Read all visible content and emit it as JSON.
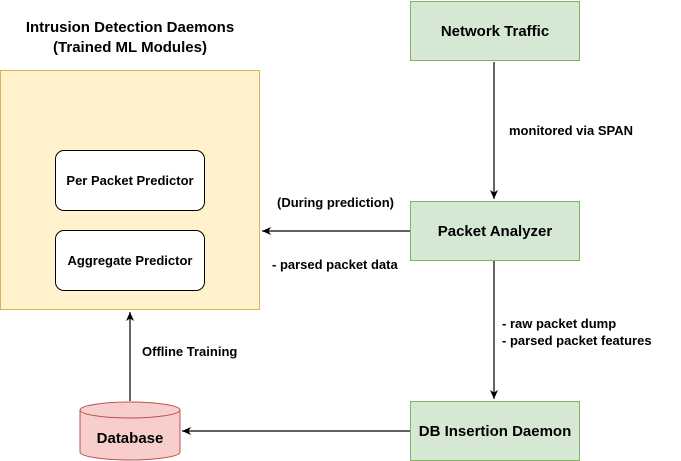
{
  "nodes": {
    "network_traffic": "Network Traffic",
    "packet_analyzer": "Packet Analyzer",
    "db_insertion_daemon": "DB Insertion Daemon",
    "database": "Database",
    "ids_group_title_line1": "Intrusion Detection Daemons",
    "ids_group_title_line2": "(Trained ML Modules)",
    "per_packet_predictor": "Per Packet Predictor",
    "aggregate_predictor": "Aggregate Predictor"
  },
  "edge_labels": {
    "monitored": "monitored via SPAN",
    "during_prediction": "(During prediction)",
    "parsed_packet_data": "- parsed packet data",
    "raw_packet_dump": "- raw packet dump",
    "parsed_packet_features": "- parsed packet features",
    "offline_training": "Offline Training"
  },
  "colors": {
    "green_fill": "#d5e8d4",
    "green_stroke": "#82b366",
    "yellow_fill": "#fff2cc",
    "yellow_stroke": "#d6b656",
    "db_fill": "#f8cecc",
    "db_stroke": "#b85450"
  }
}
